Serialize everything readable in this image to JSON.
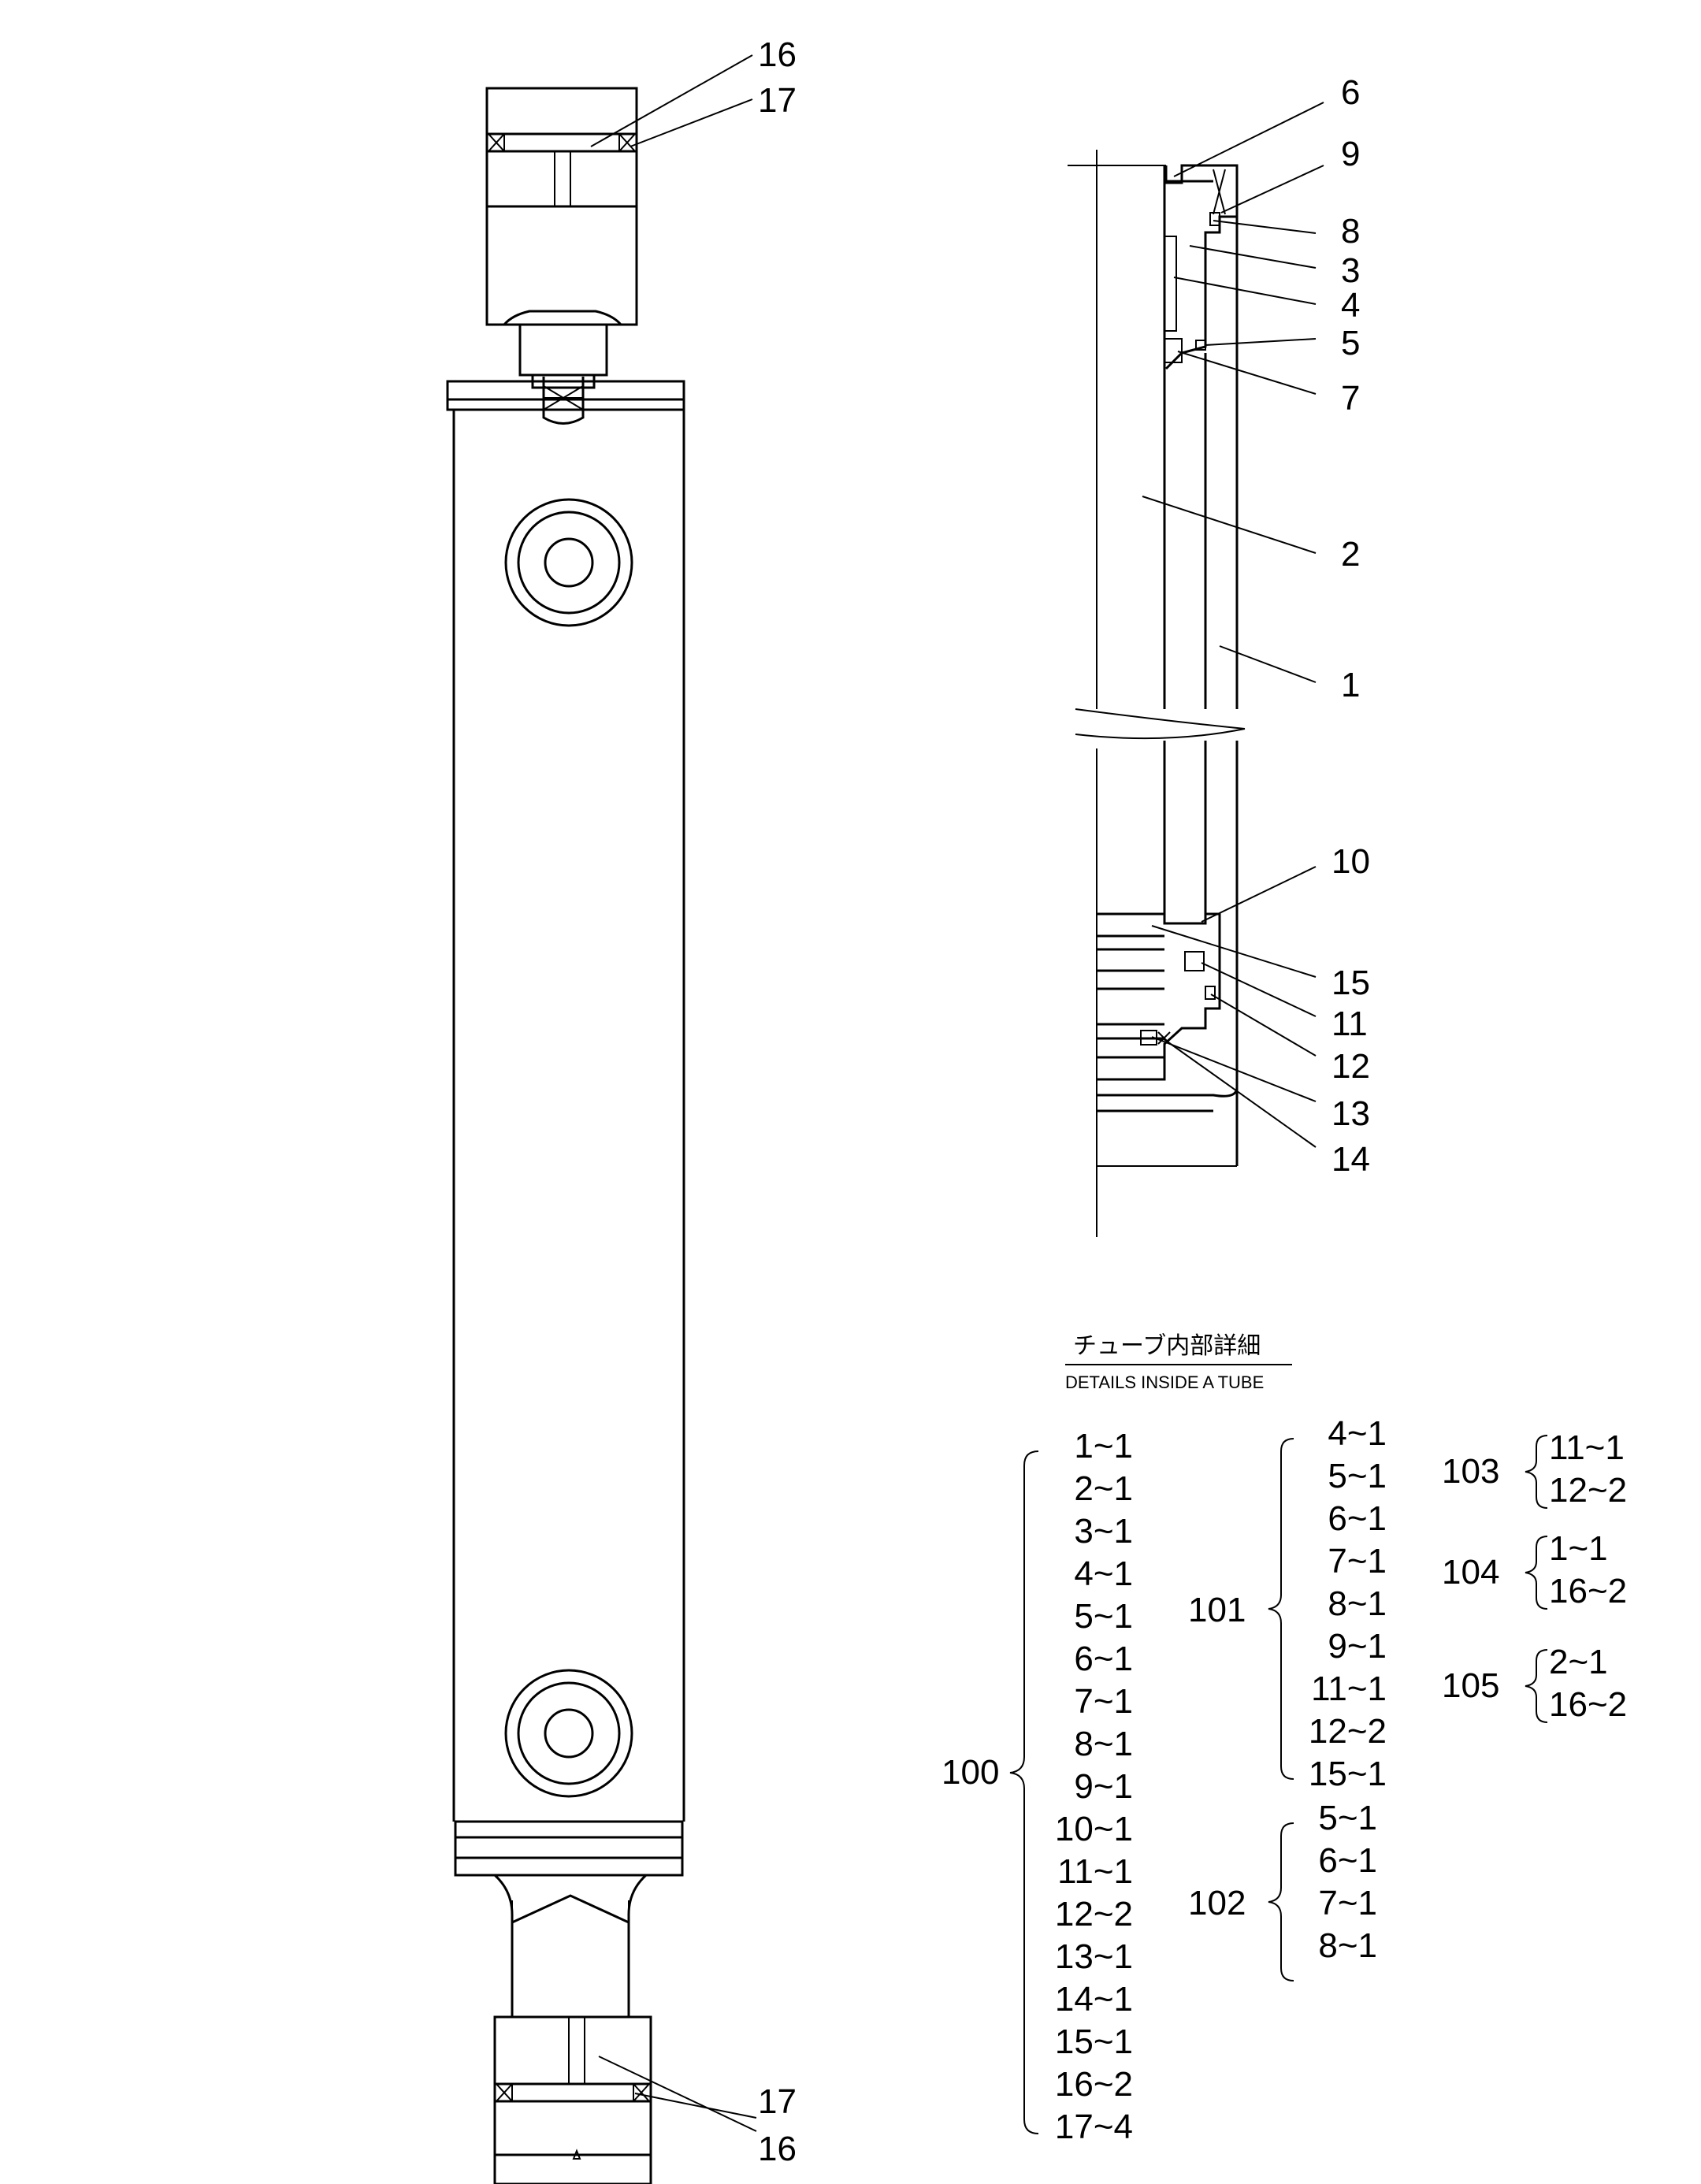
{
  "part_labels": {
    "top_16": "16",
    "top_17": "17",
    "bottom_17": "17",
    "bottom_16": "16",
    "detail": [
      "6",
      "9",
      "8",
      "3",
      "4",
      "5",
      "7",
      "2",
      "1",
      "10",
      "15",
      "11",
      "12",
      "13",
      "14"
    ]
  },
  "detail_caption": {
    "japanese": "チューブ内部詳細",
    "english": "DETAILS INSIDE A TUBE"
  },
  "kits": {
    "k100": {
      "code": "100",
      "items": [
        "1~1",
        "2~1",
        "3~1",
        "4~1",
        "5~1",
        "6~1",
        "7~1",
        "8~1",
        "9~1",
        "10~1",
        "11~1",
        "12~2",
        "13~1",
        "14~1",
        "15~1",
        "16~2",
        "17~4"
      ]
    },
    "k101": {
      "code": "101",
      "items": [
        "4~1",
        "5~1",
        "6~1",
        "7~1",
        "8~1",
        "9~1",
        "11~1",
        "12~2",
        "15~1"
      ]
    },
    "k102": {
      "code": "102",
      "items": [
        "5~1",
        "6~1",
        "7~1",
        "8~1"
      ]
    },
    "k103": {
      "code": "103",
      "items": [
        "11~1",
        "12~2"
      ]
    },
    "k104": {
      "code": "104",
      "items": [
        "1~1",
        "16~2"
      ]
    },
    "k105": {
      "code": "105",
      "items": [
        "2~1",
        "16~2"
      ]
    }
  }
}
